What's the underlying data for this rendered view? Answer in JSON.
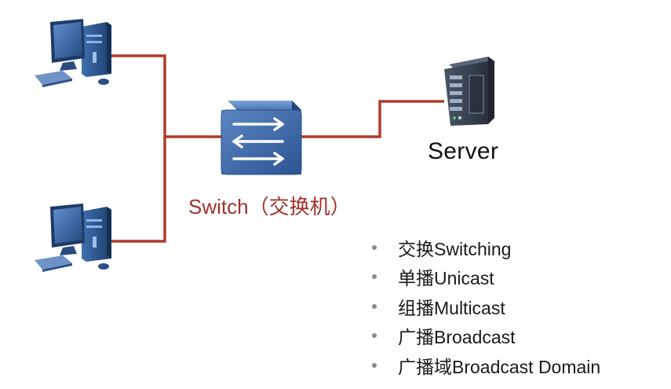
{
  "diagram": {
    "server_label": "Server",
    "switch_label": "Switch（交换机）",
    "concepts": [
      "交换Switching",
      "单播Unicast",
      "组播Multicast",
      "广播Broadcast",
      "广播域Broadcast Domain"
    ],
    "colors": {
      "link": "#b23a2b",
      "switch_label": "#a0322a",
      "device_blue": "#2f5f9c",
      "switch_body": "#3f6aa6",
      "server_body": "#36404f"
    },
    "icons": [
      "pc-icon",
      "pc-icon",
      "switch-icon",
      "server-icon"
    ]
  }
}
